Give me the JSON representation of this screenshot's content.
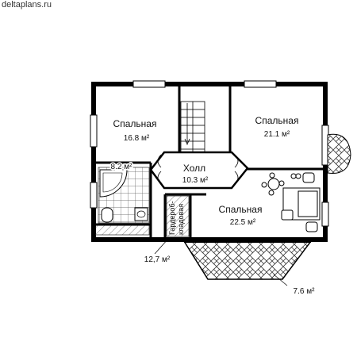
{
  "site": "deltaplans.ru",
  "rooms": [
    {
      "name": "Спальная",
      "area": "16.8 м²"
    },
    {
      "name": "Спальная",
      "area": "21.1 м²"
    },
    {
      "name": "Холл",
      "area": "10.3 м²"
    },
    {
      "name": "Спальная",
      "area": "22.5 м²"
    }
  ],
  "bath_area": "8.2 м²",
  "wardrobe": {
    "line1": "Гардероб-",
    "line2": "кладовая"
  },
  "balcony_area": "12,7 м²",
  "terrace_area": "7.6 м²"
}
